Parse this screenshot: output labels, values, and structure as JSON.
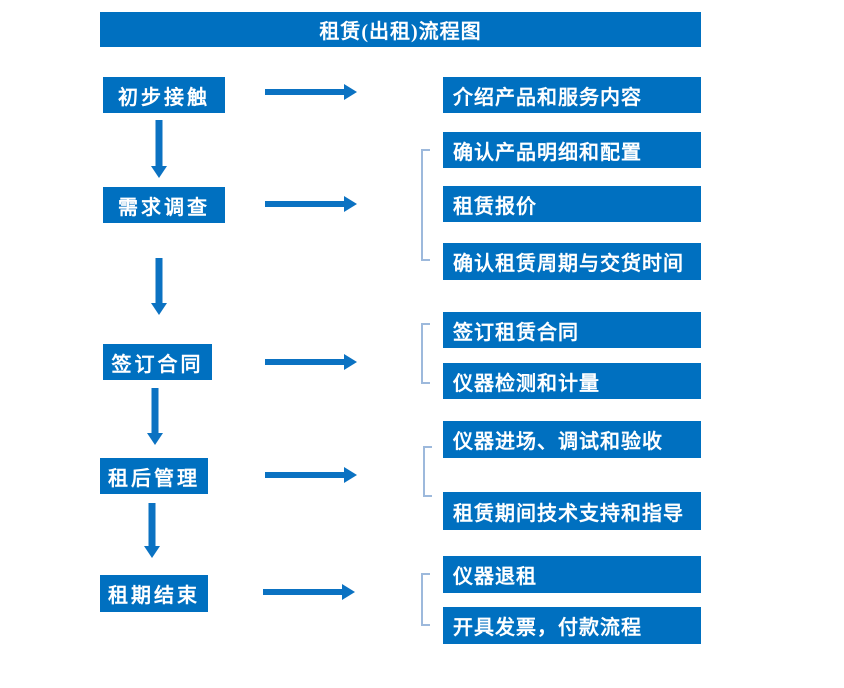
{
  "title": "租赁(出租)流程图",
  "colors": {
    "box_fill": "#0070C0",
    "arrow": "#0B72C2",
    "bracket": "#9DB9DC",
    "text": "#FFFFFF",
    "background": "#FFFFFF"
  },
  "steps": [
    {
      "label": "初步接触",
      "details": [
        "介绍产品和服务内容"
      ]
    },
    {
      "label": "需求调查",
      "details": [
        "确认产品明细和配置",
        "租赁报价",
        "确认租赁周期与交货时间"
      ]
    },
    {
      "label": "签订合同",
      "details": [
        "签订租赁合同",
        "仪器检测和计量"
      ]
    },
    {
      "label": "租后管理",
      "details": [
        "仪器进场、调试和验收",
        "租赁期间技术支持和指导"
      ]
    },
    {
      "label": "租期结束",
      "details": [
        "仪器退租",
        "开具发票，付款流程"
      ]
    }
  ]
}
